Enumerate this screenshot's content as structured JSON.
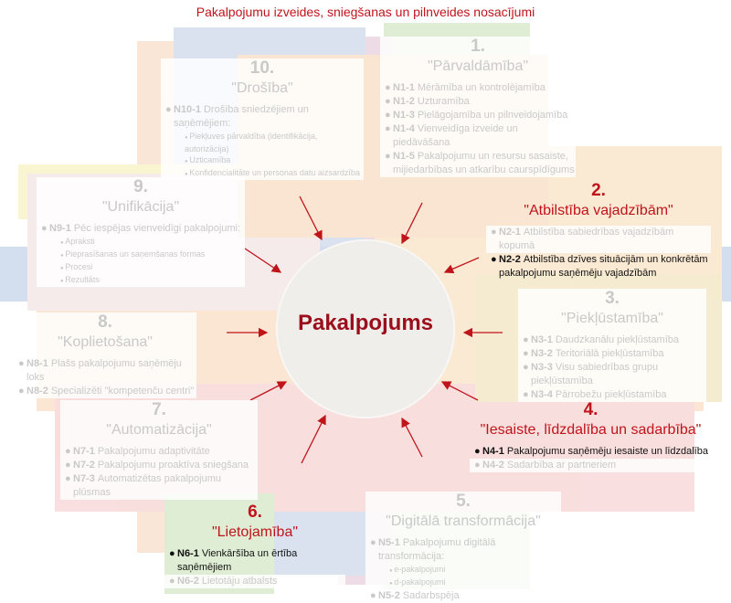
{
  "title": "Pakalpojumu izveides, sniegšanas un pilnveides nosacījumi",
  "center": "Pakalpojums",
  "colors": {
    "accent_red": "#c0141b",
    "hub_text": "#9b0e1c",
    "faded_text": "#c9c9c9",
    "arrow": "#c0141b"
  },
  "groups": [
    {
      "num": "1.",
      "name": "\"Pārvaldāmība\"",
      "state": "faded",
      "items": [
        {
          "code": "N1-1",
          "text": "Mērāmība un kontrolējamība"
        },
        {
          "code": "N1-2",
          "text": "Uzturamība"
        },
        {
          "code": "N1-3",
          "text": "Pielāgojamība un pilnveidojamība"
        },
        {
          "code": "N1-4",
          "text": "Vienveidīga izveide un piedāvāšana"
        },
        {
          "code": "N1-5",
          "text": "Pakalpojumu un resursu sasaiste, mijiedarbības un atkarību caurspīdīgums"
        }
      ]
    },
    {
      "num": "2.",
      "name": "\"Atbilstība vajadzībām\"",
      "state": "active",
      "items": [
        {
          "code": "N2-1",
          "text": "Atbilstība sabiedrības vajadzībām kopumā",
          "on": false
        },
        {
          "code": "N2-2",
          "text": "Atbilstība dzīves situācijām un konkrētām pakalpojumu saņēmēju vajadzībām",
          "on": true
        }
      ]
    },
    {
      "num": "3.",
      "name": "\"Piekļūstamība\"",
      "state": "faded",
      "items": [
        {
          "code": "N3-1",
          "text": "Daudzkanālu piekļūstamība"
        },
        {
          "code": "N3-2",
          "text": "Teritoriālā piekļūstamība"
        },
        {
          "code": "N3-3",
          "text": "Visu sabiedrības grupu piekļūstamība"
        },
        {
          "code": "N3-4",
          "text": "Pārrobežu piekļūstamība"
        }
      ]
    },
    {
      "num": "4.",
      "name": "\"Iesaiste, līdzdalība un sadarbība\"",
      "state": "active",
      "items": [
        {
          "code": "N4-1",
          "text": "Pakalpojumu saņēmēju iesaiste un līdzdalība",
          "on": true
        },
        {
          "code": "N4-2",
          "text": "Sadarbība ar partneriem",
          "on": false
        }
      ]
    },
    {
      "num": "5.",
      "name": "\"Digitālā transformācija\"",
      "state": "faded",
      "items": [
        {
          "code": "N5-1",
          "text": "Pakalpojumu digitālā transformācija:",
          "subs": [
            "e-pakalpojumi",
            "d-pakalpojumi"
          ]
        },
        {
          "code": "N5-2",
          "text": "Sadarbspēja"
        }
      ]
    },
    {
      "num": "6.",
      "name": "\"Lietojamība\"",
      "state": "active",
      "items": [
        {
          "code": "N6-1",
          "text": "Vienkāršība un ērtība saņēmējiem",
          "on": true
        },
        {
          "code": "N6-2",
          "text": "Lietotāju atbalsts",
          "on": false
        }
      ]
    },
    {
      "num": "7.",
      "name": "\"Automatizācija\"",
      "state": "faded",
      "items": [
        {
          "code": "N7-1",
          "text": "Pakalpojumu adaptivitāte"
        },
        {
          "code": "N7-2",
          "text": "Pakalpojumu proaktīva sniegšana"
        },
        {
          "code": "N7-3",
          "text": "Automatizētas pakalpojumu plūsmas"
        }
      ]
    },
    {
      "num": "8.",
      "name": "\"Koplietošana\"",
      "state": "faded",
      "items": [
        {
          "code": "N8-1",
          "text": "Plašs pakalpojumu saņēmēju loks"
        },
        {
          "code": "N8-2",
          "text": "Specializēti \"kompetenču centri\""
        }
      ]
    },
    {
      "num": "9.",
      "name": "\"Unifikācija\"",
      "state": "faded",
      "items": [
        {
          "code": "N9-1",
          "text": "Pēc iespējas vienveidīgi pakalpojumi:",
          "subs": [
            "Apraksti",
            "Pieprasīšanas un saņemšanas formas",
            "Procesi",
            "Rezultāts"
          ]
        }
      ]
    },
    {
      "num": "10.",
      "name": "\"Drošība\"",
      "state": "faded",
      "items": [
        {
          "code": "N10-1",
          "text": "Drošība sniedzējiem un saņēmējiem:",
          "subs": [
            "Piekļuves pārvaldība (identifikācija, autorizācija)",
            "Uzticamība",
            "Konfidencialitāte un personas datu aizsardzība"
          ]
        }
      ]
    }
  ]
}
